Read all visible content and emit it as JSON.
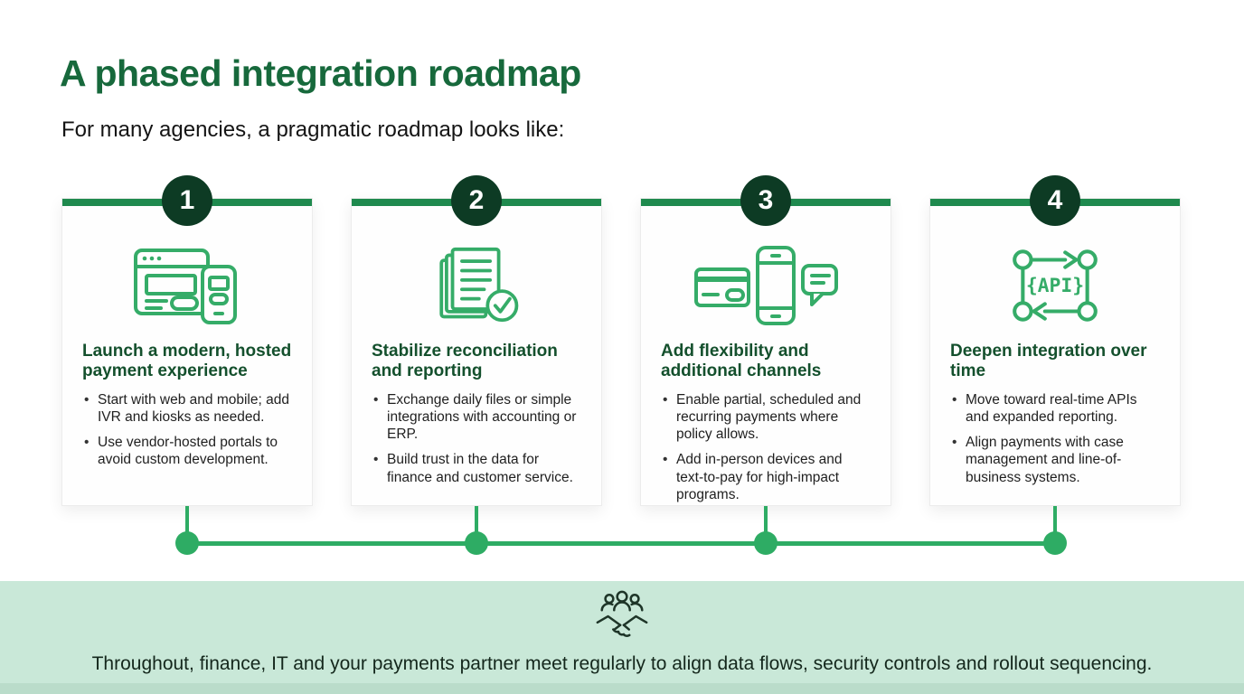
{
  "slide": {
    "title": "A phased integration roadmap",
    "subtitle": "For many agencies, a pragmatic roadmap looks like:",
    "phases": [
      {
        "number": "1",
        "icon": "web-mobile-icon",
        "title": "Launch a modern, hosted payment experience",
        "bullets": [
          "Start with web and mobile; add IVR and kiosks as needed.",
          "Use vendor-hosted portals to avoid custom development."
        ]
      },
      {
        "number": "2",
        "icon": "documents-check-icon",
        "title": "Stabilize reconciliation and reporting",
        "bullets": [
          "Exchange daily files or simple integrations with accounting or ERP.",
          "Build trust in the data for finance and customer service."
        ]
      },
      {
        "number": "3",
        "icon": "card-phone-message-icon",
        "title": "Add flexibility and additional channels",
        "bullets": [
          "Enable partial, scheduled and recurring payments where policy allows.",
          "Add in-person devices and text-to-pay for high-impact programs."
        ]
      },
      {
        "number": "4",
        "icon": "api-integration-icon",
        "title": "Deepen integration over time",
        "bullets": [
          "Move toward real-time APIs and expanded reporting.",
          "Align payments with case management and line-of-business systems."
        ]
      }
    ],
    "api_icon_label": "{API}",
    "footer": {
      "icon": "partnership-handshake-icon",
      "text": "Throughout, finance, IT and your payments partner meet regularly to align data flows, security controls and rollout sequencing."
    },
    "colors": {
      "title_green": "#17693C",
      "heading_green": "#14502D",
      "bar_green": "#1F8A4E",
      "badge_dark_green": "#0D3B24",
      "icon_green": "#35AC68",
      "timeline_green": "#2EAC64",
      "mint_band": "#C9E8D8",
      "body_text": "#1F1F1F"
    }
  }
}
